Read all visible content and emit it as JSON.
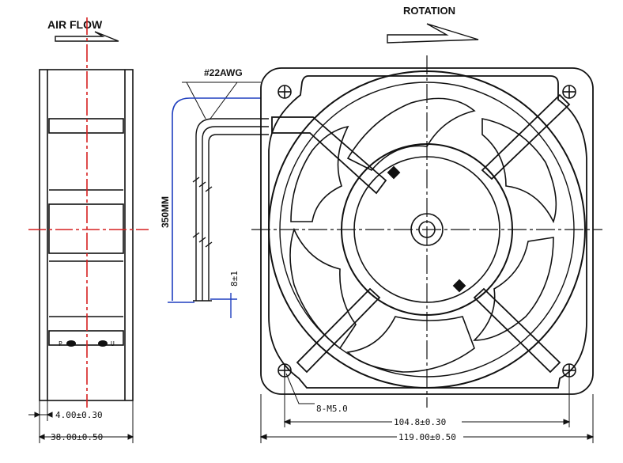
{
  "labels": {
    "air_flow": "AIR FLOW",
    "rotation": "ROTATION",
    "wire_gauge": "#22AWG",
    "wire_length": "350MM",
    "wire_stub": "8±1",
    "mount_holes": "8-M5.0",
    "hole_spacing": "104.8±0.30",
    "frame_width": "119.00±0.50",
    "flange_thickness": "4.00±0.30",
    "fan_depth": "38.00±0.50",
    "terminal_pos": "P",
    "terminal_neg": "U"
  },
  "colors": {
    "line": "#111111",
    "centerline_side": "#d62020",
    "leader_blue": "#1f3fbf"
  }
}
